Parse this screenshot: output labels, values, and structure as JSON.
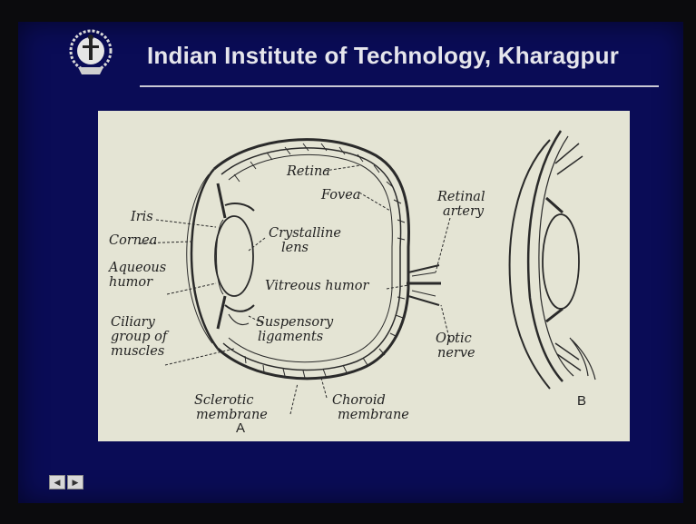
{
  "header": {
    "title": "Indian Institute of Technology, Kharagpur",
    "logo_icon": "iit-kharagpur-emblem-icon"
  },
  "figure": {
    "labels": {
      "retina": "Retina",
      "fovea": "Fovea",
      "retinal_artery_1": "Retinal",
      "retinal_artery_2": "artery",
      "iris": "Iris",
      "cornea": "Cornea",
      "crystalline_lens_1": "Crystalline",
      "crystalline_lens_2": "lens",
      "aqueous_humor_1": "Aqueous",
      "aqueous_humor_2": "humor",
      "vitreous_humor": "Vitreous humor",
      "ciliary_1": "Ciliary",
      "ciliary_2": "group of",
      "ciliary_3": "muscles",
      "suspensory_1": "Suspensory",
      "suspensory_2": "ligaments",
      "optic_nerve_1": "Optic",
      "optic_nerve_2": "nerve",
      "sclerotic_1": "Sclerotic",
      "sclerotic_2": "membrane",
      "choroid_1": "Choroid",
      "choroid_2": "membrane",
      "panel_a": "A",
      "panel_b": "B"
    }
  },
  "controls": {
    "prev_icon": "slide-prev-icon",
    "next_icon": "slide-next-icon"
  },
  "colors": {
    "slide_bg": "#0a0c56",
    "figure_bg": "#e4e4d4",
    "title": "#e6e6ec"
  }
}
